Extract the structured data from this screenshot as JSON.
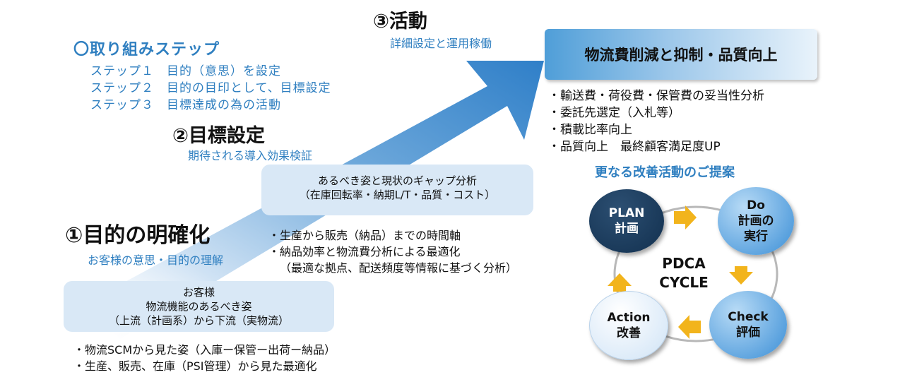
{
  "steps": {
    "title": "〇取り組みステップ",
    "items": [
      "ステップ１　目的（意思）を設定",
      "ステップ２　目的の目印として、目標設定",
      "ステップ３　目標達成の為の活動"
    ]
  },
  "stage3": {
    "title": "③活動",
    "subtitle": "詳細設定と運用稼働"
  },
  "stage2": {
    "title": "②目標設定",
    "subtitle": "期待される導入効果検証"
  },
  "stage1": {
    "title": "①目的の明確化",
    "subtitle": "お客様の意思・目的の理解"
  },
  "gap_box": {
    "line1": "あるべき姿と現状のギャップ分析",
    "line2": "（在庫回転率・納期L/T・品質・コスト）"
  },
  "middle_bullets": [
    "・生産から販売（納品）までの時間軸",
    "・納品効率と物流費分析による最適化",
    "（最適な拠点、配送頻度等情報に基づく分析）"
  ],
  "customer_box": {
    "line1": "お客様",
    "line2": "物流機能のあるべき姿",
    "line3": "（上流（計画系）から下流（実物流）"
  },
  "bottom_bullets": [
    "・物流SCMから見た姿（入庫ー保管ー出荷ー納品）",
    "・生産、販売、在庫（PSI管理）から見た最適化"
  ],
  "goal_box": {
    "label": "物流費削減と抑制・品質向上"
  },
  "goal_bullets": [
    "・輸送費・荷役費・保管費の妥当性分析",
    "・委託先選定（入札等）",
    "・積載比率向上",
    "・品質向上　最終顧客満足度UP"
  ],
  "proposal_title": "更なる改善活動のご提案",
  "pdca": {
    "center_line1": "PDCA",
    "center_line2": "CYCLE",
    "plan": {
      "en": "PLAN",
      "ja": "計画"
    },
    "do": {
      "en": "Do",
      "ja1": "計画の",
      "ja2": "実行"
    },
    "check": {
      "en": "Check",
      "ja": "評価"
    },
    "action": {
      "en": "Action",
      "ja": "改善"
    }
  },
  "colors": {
    "accent_blue": "#2f7fc0",
    "light_box": "#d9e8f6",
    "dark_navy": "#12304f",
    "mid_blue": "#3a8ed6",
    "arrow_orange": "#f2b41c"
  }
}
